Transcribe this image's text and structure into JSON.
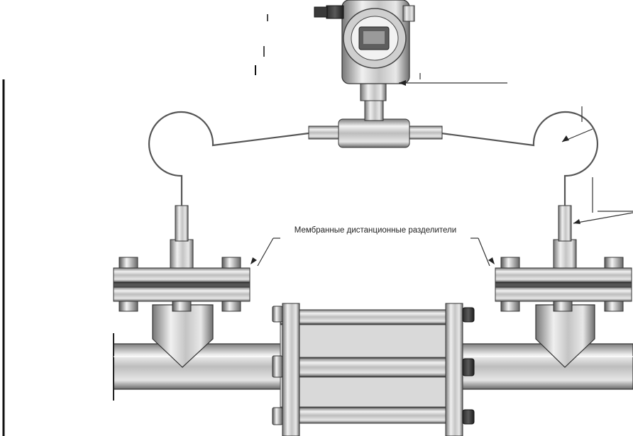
{
  "diagram": {
    "annotation_label": "Мембранные дистанционные разделители",
    "components": {
      "transmitter": "transmitter",
      "capillary_left": "capillary-left",
      "capillary_right": "capillary-right",
      "seal_left": "diaphragm-seal-left",
      "seal_right": "diaphragm-seal-right",
      "pipe": "pipeline",
      "flow_element": "flow-element"
    }
  }
}
